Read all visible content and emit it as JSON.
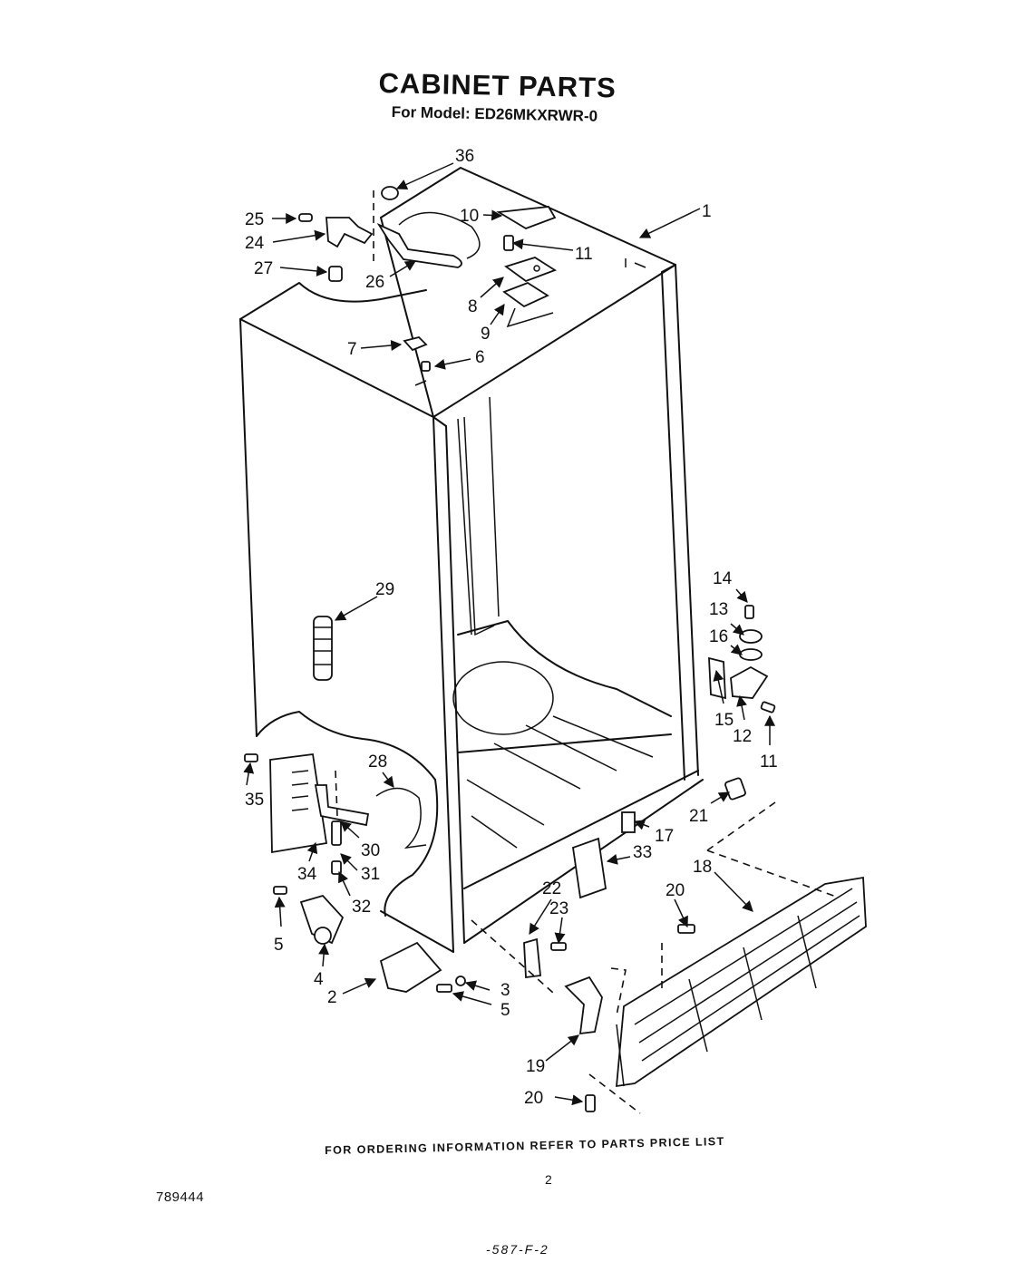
{
  "header": {
    "title": "CABINET PARTS",
    "subtitle": "For Model: ED26MKXRWR-0"
  },
  "callouts": [
    "1",
    "2",
    "3",
    "4",
    "5",
    "5",
    "6",
    "7",
    "8",
    "9",
    "10",
    "11",
    "11",
    "12",
    "13",
    "14",
    "15",
    "16",
    "17",
    "18",
    "19",
    "20",
    "20",
    "21",
    "22",
    "23",
    "24",
    "25",
    "26",
    "27",
    "28",
    "29",
    "30",
    "31",
    "32",
    "33",
    "34",
    "35",
    "36"
  ],
  "footer": {
    "note": "FOR ORDERING INFORMATION REFER TO PARTS PRICE LIST",
    "page_number": "2",
    "document_number": "789444",
    "handwritten_mark": "-587-F-2"
  }
}
